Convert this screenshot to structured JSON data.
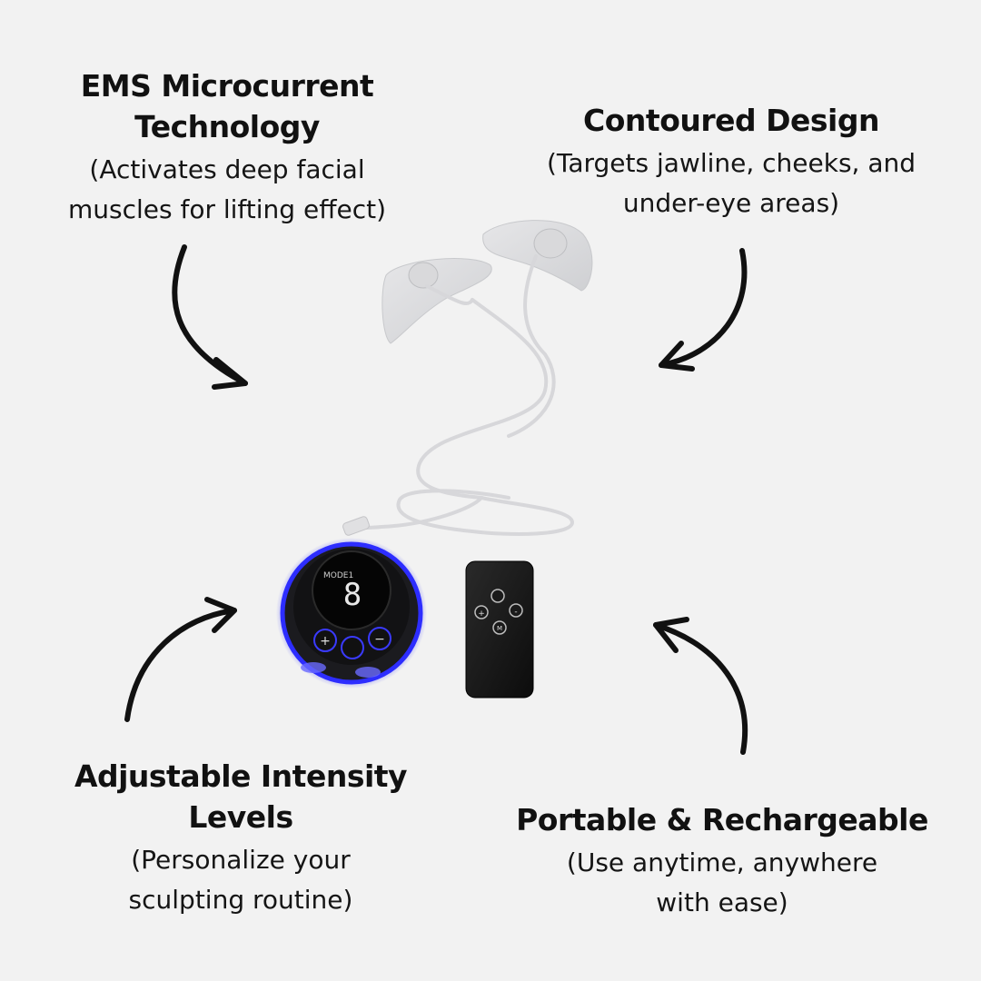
{
  "features": {
    "ems": {
      "title_line1": "EMS Microcurrent",
      "title_line2": "Technology",
      "desc_line1": "(Activates deep facial",
      "desc_line2": "muscles for lifting effect)"
    },
    "contoured": {
      "title": "Contoured Design",
      "desc_line1": "(Targets jawline, cheeks, and",
      "desc_line2": "under-eye areas)"
    },
    "intensity": {
      "title_line1": "Adjustable Intensity",
      "title_line2": "Levels",
      "desc_line1": "(Personalize your",
      "desc_line2": "sculpting routine)"
    },
    "portable": {
      "title": "Portable & Rechargeable",
      "desc_line1": "(Use anytime, anywhere",
      "desc_line2": "with ease)"
    }
  },
  "device": {
    "display_digit": "8",
    "mode_label": "MODE1",
    "remote_buttons": [
      "+",
      "M",
      "-"
    ]
  },
  "colors": {
    "background": "#f2f2f2",
    "text": "#111111",
    "glow": "#3b3bff",
    "device_body": "#141414"
  }
}
